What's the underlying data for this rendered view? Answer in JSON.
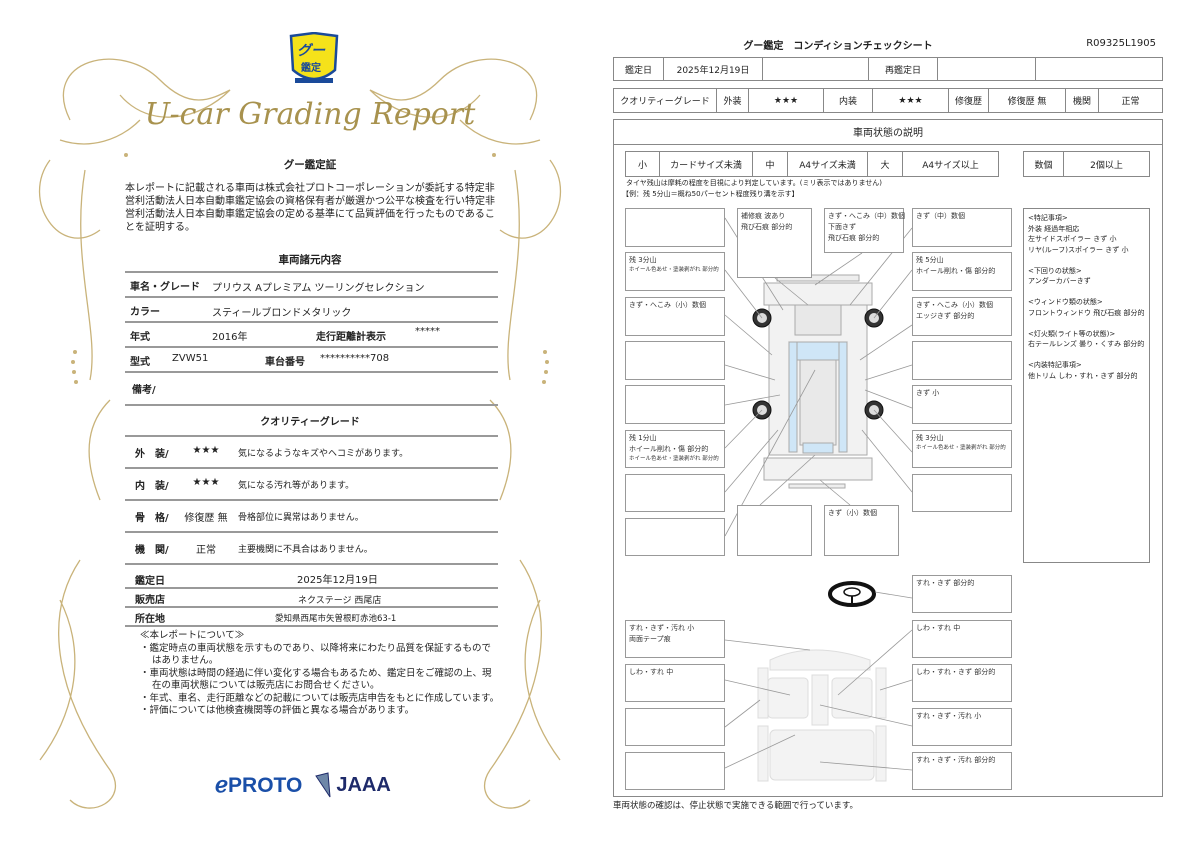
{
  "left": {
    "badge": {
      "text_top": "グー",
      "text_bottom": "鑑定",
      "color": "#f5e21a",
      "border": "#1a4a9a"
    },
    "report_title": "U-car Grading Report",
    "cert_title": "グー鑑定証",
    "cert_text": "本レポートに記載される車両は株式会社プロトコーポレーションが委託する特定非営利活動法人日本自動車鑑定協会の資格保有者が厳選かつ公平な検査を行い特定非営利活動法人日本自動車鑑定協会の定める基準にて品質評価を行ったものであることを証明する。",
    "spec_title": "車両諸元内容",
    "spec": {
      "name_label": "車名・グレード",
      "name": "プリウス Aプレミアム ツーリングセレクション",
      "color_label": "カラー",
      "color": "スティールブロンドメタリック",
      "year_label": "年式",
      "year": "2016年",
      "odo_label": "走行距離計表示",
      "odo": "*****",
      "model_label": "型式",
      "model": "ZVW51",
      "chassis_label": "車台番号",
      "chassis": "**********708",
      "remarks_label": "備考/"
    },
    "quality_title": "クオリティーグレード",
    "quality": [
      {
        "label": "外　装/",
        "value": "★★★",
        "desc": "気になるようなキズやヘコミがあります。"
      },
      {
        "label": "内　装/",
        "value": "★★★",
        "desc": "気になる汚れ等があります。"
      },
      {
        "label": "骨　格/",
        "value": "修復歴 無",
        "desc": "骨格部位に異常はありません。"
      },
      {
        "label": "機　関/",
        "value": "正常",
        "desc": "主要機関に不具合はありません。"
      }
    ],
    "info": {
      "date_label": "鑑定日",
      "date": "2025年12月19日",
      "shop_label": "販売店",
      "shop": "ネクステージ 西尾店",
      "addr_label": "所在地",
      "addr": "愛知県西尾市矢曽根町赤池63-1"
    },
    "notes_title": "≪本レポートについて≫",
    "notes": [
      "・鑑定時点の車両状態を示すものであり、以降将来にわたり品質を保証するものではありません。",
      "・車両状態は時間の経過に伴い変化する場合もあるため、鑑定日をご確認の上、現在の車両状態については販売店にお問合せください。",
      "・年式、車名、走行距離などの記載については販売店申告をもとに作成しています。",
      "・評価については他検査機関等の評価と異なる場合があります。"
    ],
    "logos": {
      "proto": "PROTO",
      "jaaa": "JAAA",
      "proto_color": "#1a4fa8",
      "jaaa_color": "#1e2a6a"
    },
    "ornament_color": "#c9b37a"
  },
  "right": {
    "title": "グー鑑定　コンディションチェックシート",
    "report_id": "R09325L1905",
    "row1": {
      "date_label": "鑑定日",
      "date": "2025年12月19日",
      "redate_label": "再鑑定日"
    },
    "row2": {
      "grade_label": "クオリティーグレード",
      "ext_label": "外装",
      "ext": "★★★",
      "int_label": "内装",
      "int": "★★★",
      "repair_label": "修復歴",
      "repair": "修復歴 無",
      "engine_label": "機関",
      "engine": "正常"
    },
    "section_title": "車両状態の説明",
    "legend": [
      "小",
      "カードサイズ未満",
      "中",
      "A4サイズ未満",
      "大",
      "A4サイズ以上"
    ],
    "count_legend": [
      "数個",
      "2個以上"
    ],
    "tire_note1": "タイヤ残山は摩耗の程度を目視により判定しています。(ミリ表示ではありません)",
    "tire_note2": "【例：残 5分山＝概ね50パーセント程度残り溝を示す】",
    "exterior_boxes": [
      [],
      [
        [
          "残 3分山"
        ],
        [
          "ホイール色あせ・塗装剥がれ 部分的",
          "s"
        ]
      ],
      [
        [
          "きず・へこみ（小）数個"
        ]
      ],
      [],
      [],
      [
        [
          "残 1分山"
        ],
        [
          "ホイール削れ・傷 部分的"
        ],
        [
          "ホイール色あせ・塗装剥がれ 部分的",
          "s"
        ]
      ],
      [],
      [],
      [
        [
          "補修痕 波あり"
        ],
        [
          "飛び石痕 部分的"
        ]
      ],
      [
        [
          "きず・へこみ（中）数個"
        ],
        [
          "下面きず"
        ],
        [
          "飛び石痕 部分的"
        ]
      ],
      [
        [
          "きず（中）数個"
        ]
      ],
      [
        [
          "残 5分山"
        ],
        [
          "ホイール削れ・傷 部分的"
        ]
      ],
      [
        [
          "きず・へこみ（小）数個"
        ],
        [
          "エッジきず 部分的"
        ]
      ],
      [],
      [
        [
          "きず 小"
        ]
      ],
      [
        [
          "残 3分山"
        ],
        [
          "ホイール色あせ・塗装剥がれ 部分的",
          "s"
        ]
      ],
      [],
      [],
      [
        [
          "きず（小）数個"
        ]
      ]
    ],
    "interior_boxes": [
      [
        [
          "すれ・きず 部分的"
        ]
      ],
      [
        [
          "すれ・きず・汚れ 小"
        ],
        [
          "両面テープ痕"
        ]
      ],
      [
        [
          "しわ・すれ 中"
        ]
      ],
      [
        [
          "しわ・すれ 中"
        ]
      ],
      [
        [
          "しわ・すれ・きず 部分的"
        ]
      ],
      [],
      [
        [
          "すれ・きず・汚れ 小"
        ]
      ],
      [],
      [
        [
          "すれ・きず・汚れ 部分的"
        ]
      ]
    ],
    "special_notes": [
      "<特記事項>",
      "外装 経過年相応",
      "左サイドスポイラー きず 小",
      "リヤ(ルーフ)スポイラー きず 小",
      "",
      "<下回りの状態>",
      "アンダーカバーきず",
      "",
      "<ウィンドウ類の状態>",
      "フロントウィンドウ 飛び石痕 部分的",
      "",
      "<灯火類(ライト等の状態)>",
      "右テールレンズ 曇り・くすみ 部分的",
      "",
      "<内装特記事項>",
      "他トリム しわ・すれ・きず 部分的"
    ],
    "footer": "車両状態の確認は、停止状態で実施できる範囲で行っています。",
    "glass_color": "#cfe6f7"
  }
}
